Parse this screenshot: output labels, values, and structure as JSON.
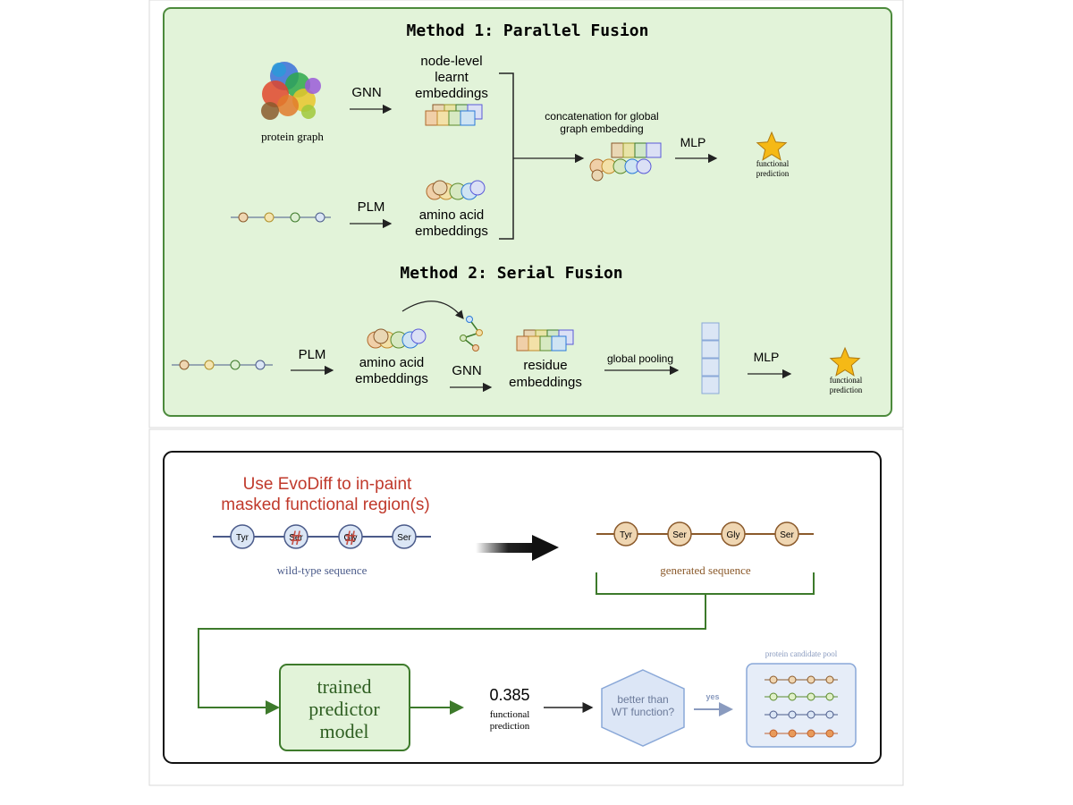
{
  "colors": {
    "panel_green_fill": "#e2f3d9",
    "panel_green_stroke": "#4c8a3c",
    "dark_green": "#3d7a2b",
    "title_red": "#c0392b",
    "brown": "#8b5a2b",
    "node_blue": "#dbe6f5",
    "node_tan": "#efd6b2",
    "hex_blue": "#dce6f6",
    "star_gold": "#f5b916"
  },
  "top": {
    "method1_title": "Method 1: Parallel Fusion",
    "method2_title": "Method 2: Serial Fusion",
    "protein_graph_label": "protein graph",
    "gnn_label": "GNN",
    "plm_label": "PLM",
    "node_emb_line1": "node-level",
    "node_emb_line2": "learnt",
    "node_emb_line3": "embeddings",
    "aa_emb_line1": "amino acid",
    "aa_emb_line2": "embeddings",
    "concat_line1": "concatenation for global",
    "concat_line2": "graph embedding",
    "mlp_label": "MLP",
    "func_pred_line1": "functional",
    "func_pred_line2": "prediction",
    "m2_plm_label": "PLM",
    "m2_aa_line1": "amino acid",
    "m2_aa_line2": "embeddings",
    "m2_gnn_label": "GNN",
    "m2_residue_line1": "residue",
    "m2_residue_line2": "embeddings",
    "m2_pool_label": "global pooling",
    "m2_mlp_label": "MLP",
    "m2_func_line1": "functional",
    "m2_func_line2": "prediction"
  },
  "bottom": {
    "title_line1": "Use EvoDiff to in-paint",
    "title_line2": "masked functional region(s)",
    "wt_residues": [
      "Tyr",
      "Ser",
      "Gly",
      "Ser"
    ],
    "wt_label": "wild-type sequence",
    "gen_residues": [
      "Tyr",
      "Ser",
      "Gly",
      "Ser"
    ],
    "gen_label": "generated sequence",
    "predictor_line1": "trained",
    "predictor_line2": "predictor",
    "predictor_line3": "model",
    "score_value": "0.385",
    "score_label_line1": "functional",
    "score_label_line2": "prediction",
    "decision_line1": "better than",
    "decision_line2": "WT function?",
    "yes_label": "yes",
    "pool_label": "protein candidate pool"
  }
}
